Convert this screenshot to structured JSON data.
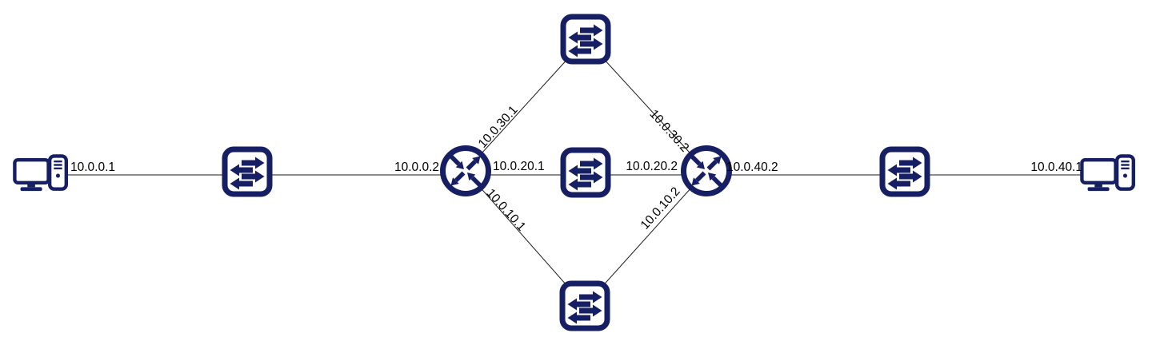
{
  "theme": {
    "icon": "#161f63",
    "link": "#1a1a1a",
    "label": "#000000",
    "background": "#ffffff"
  },
  "diagram": {
    "type": "network-topology",
    "nodes": [
      {
        "id": "pc-left",
        "type": "pc",
        "icon": "pc-icon",
        "ip": "10.0.0.1"
      },
      {
        "id": "switch-left",
        "type": "switch",
        "icon": "switch-icon"
      },
      {
        "id": "router-left",
        "type": "router",
        "icon": "router-icon",
        "interfaces": [
          "10.0.0.2",
          "10.0.30.1",
          "10.0.20.1",
          "10.0.10.1"
        ]
      },
      {
        "id": "switch-top",
        "type": "switch",
        "icon": "switch-icon"
      },
      {
        "id": "switch-middle",
        "type": "switch",
        "icon": "switch-icon"
      },
      {
        "id": "switch-bottom",
        "type": "switch",
        "icon": "switch-icon"
      },
      {
        "id": "router-right",
        "type": "router",
        "icon": "router-icon",
        "interfaces": [
          "10.0.30.2",
          "10.0.20.2",
          "10.0.10.2",
          "10.0.40.2"
        ]
      },
      {
        "id": "switch-right",
        "type": "switch",
        "icon": "switch-icon"
      },
      {
        "id": "pc-right",
        "type": "pc",
        "icon": "pc-icon",
        "ip": "10.0.40.1"
      }
    ],
    "links": [
      {
        "from": "pc-left",
        "to": "switch-left"
      },
      {
        "from": "switch-left",
        "to": "router-left"
      },
      {
        "from": "router-left",
        "to": "switch-middle"
      },
      {
        "from": "switch-middle",
        "to": "router-right"
      },
      {
        "from": "router-right",
        "to": "switch-right"
      },
      {
        "from": "switch-right",
        "to": "pc-right"
      },
      {
        "from": "router-left",
        "to": "switch-top"
      },
      {
        "from": "switch-top",
        "to": "router-right"
      },
      {
        "from": "router-left",
        "to": "switch-bottom"
      },
      {
        "from": "switch-bottom",
        "to": "router-right"
      }
    ]
  },
  "ips": {
    "pc_left": "10.0.0.1",
    "router_left_left": "10.0.0.2",
    "router_left_up": "10.0.30.1",
    "router_left_right": "10.0.20.1",
    "router_left_down": "10.0.10.1",
    "router_right_up": "10.0.30.2",
    "router_right_left": "10.0.20.2",
    "router_right_down": "10.0.10.2",
    "router_right_right": "10.0.40.2",
    "pc_right": "10.0.40.1"
  }
}
